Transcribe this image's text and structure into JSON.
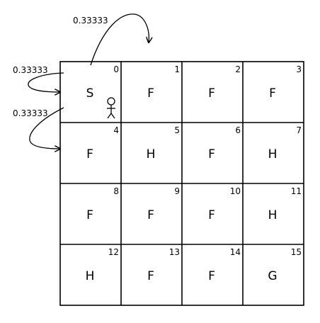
{
  "grid": {
    "rows": 4,
    "cols": 4,
    "cells": [
      {
        "index": "0",
        "letter": "S"
      },
      {
        "index": "1",
        "letter": "F"
      },
      {
        "index": "2",
        "letter": "F"
      },
      {
        "index": "3",
        "letter": "F"
      },
      {
        "index": "4",
        "letter": "F"
      },
      {
        "index": "5",
        "letter": "H"
      },
      {
        "index": "6",
        "letter": "F"
      },
      {
        "index": "7",
        "letter": "H"
      },
      {
        "index": "8",
        "letter": "F"
      },
      {
        "index": "9",
        "letter": "F"
      },
      {
        "index": "10",
        "letter": "F"
      },
      {
        "index": "11",
        "letter": "H"
      },
      {
        "index": "12",
        "letter": "H"
      },
      {
        "index": "13",
        "letter": "F"
      },
      {
        "index": "14",
        "letter": "F"
      },
      {
        "index": "15",
        "letter": "G"
      }
    ]
  },
  "agent": {
    "cell": 0,
    "icon": "stick-figure-icon"
  },
  "transitions": [
    {
      "target": "up",
      "probability": "0.33333"
    },
    {
      "target": "left",
      "probability": "0.33333"
    },
    {
      "target": "down",
      "probability": "0.33333"
    }
  ],
  "colors": {
    "line": "#000000",
    "background": "#ffffff"
  }
}
